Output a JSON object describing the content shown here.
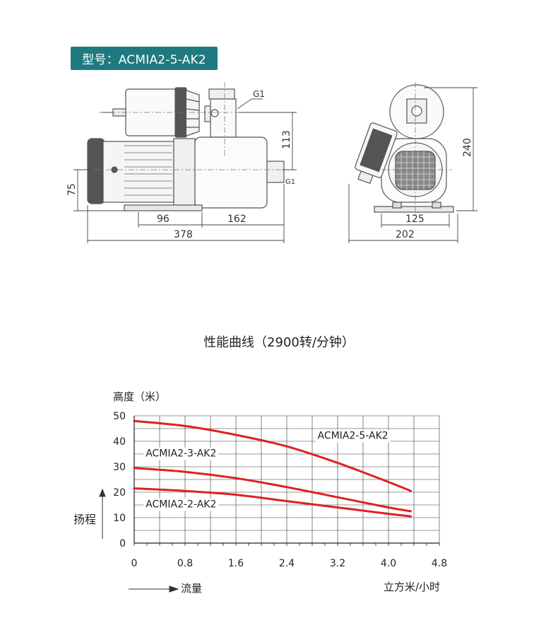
{
  "header": {
    "model_label": "型号：ACMIA2-5-AK2"
  },
  "drawing": {
    "labels": {
      "g1_top": "G1",
      "g1_side": "G1",
      "dim_113": "113",
      "dim_75": "75",
      "dim_96": "96",
      "dim_162": "162",
      "dim_378": "378",
      "dim_240": "240",
      "dim_125": "125",
      "dim_202": "202"
    }
  },
  "section": {
    "title": "性能曲线（2900转/分钟）"
  },
  "chart_data": {
    "type": "line",
    "ylabel": "高度（米）",
    "ylabel_side": "扬程",
    "xlabel_flow": "流量",
    "xlabel_unit": "立方米/小时",
    "xlim": [
      0,
      4.8
    ],
    "ylim": [
      0,
      50
    ],
    "x_ticks": [
      "0",
      "0.8",
      "1.6",
      "2.4",
      "3.2",
      "4.0",
      "4.8"
    ],
    "y_ticks": [
      "0",
      "10",
      "20",
      "30",
      "40",
      "50"
    ],
    "grid": true,
    "series_color": "#e02020",
    "series": [
      {
        "name": "ACMIA2-5-AK2",
        "x": [
          0,
          0.8,
          1.6,
          2.4,
          3.2,
          4.0,
          4.35
        ],
        "y": [
          48,
          46,
          42.5,
          38,
          31.5,
          24,
          20.5
        ]
      },
      {
        "name": "ACMIA2-3-AK2",
        "x": [
          0,
          0.8,
          1.6,
          2.4,
          3.2,
          4.0,
          4.35
        ],
        "y": [
          29.5,
          28,
          25.5,
          22,
          18,
          14,
          12.5
        ]
      },
      {
        "name": "ACMIA2-2-AK2",
        "x": [
          0,
          0.8,
          1.6,
          2.4,
          3.2,
          4.0,
          4.35
        ],
        "y": [
          21.5,
          20.5,
          19,
          16.5,
          14,
          11.5,
          10.5
        ]
      }
    ]
  }
}
